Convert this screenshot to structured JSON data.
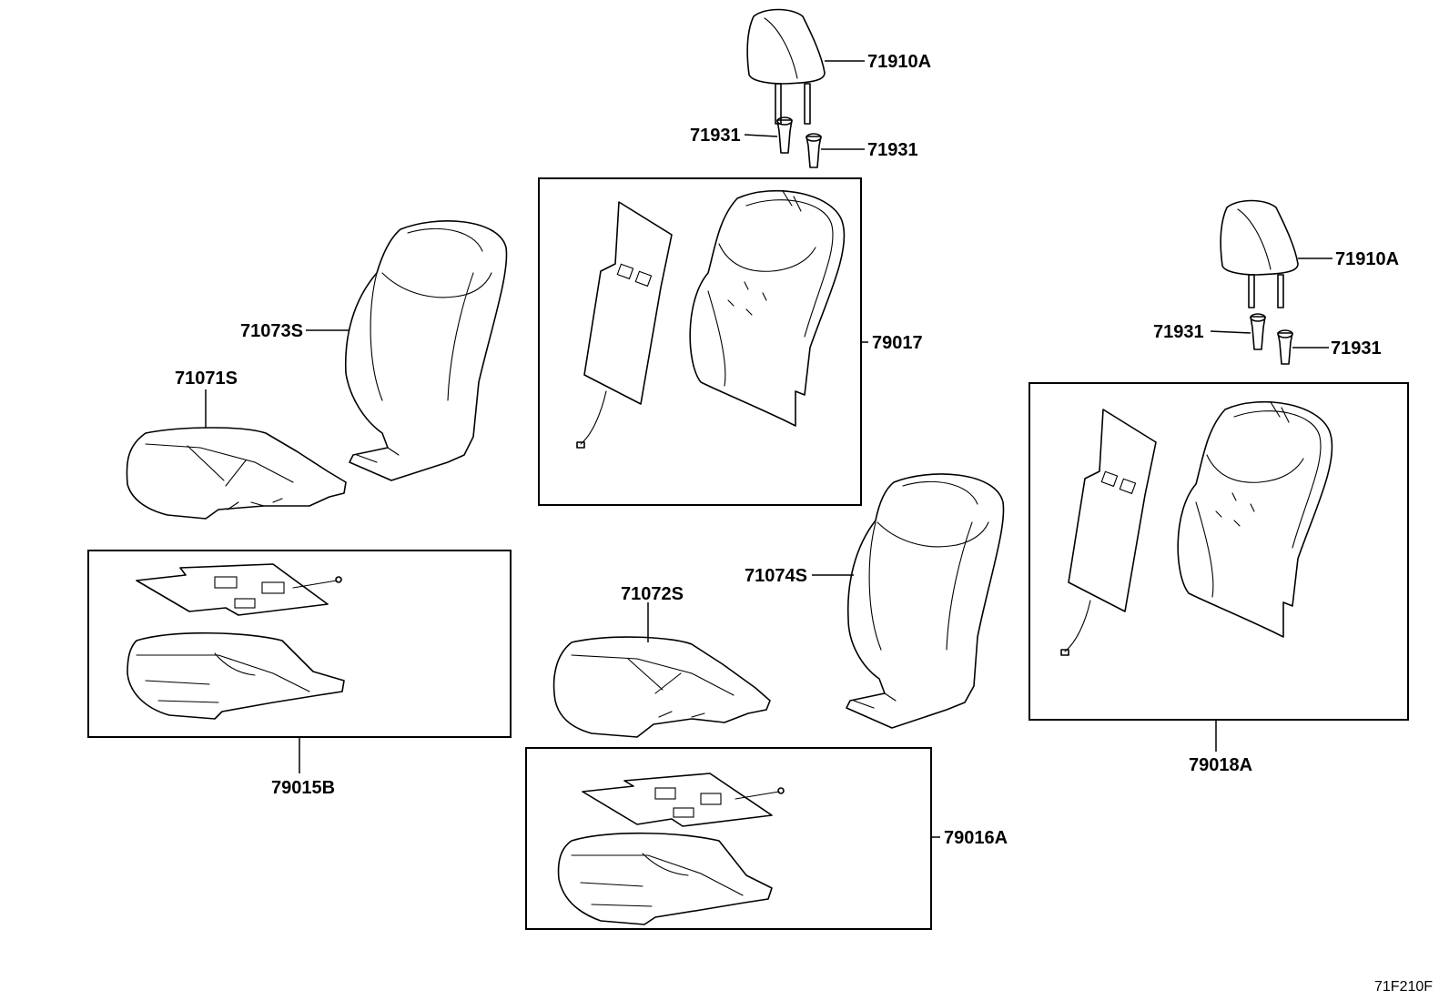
{
  "labels": {
    "headrest_top": "71910A",
    "guide_top_left": "71931",
    "guide_top_right": "71931",
    "headrest_right": "71910A",
    "guide_right_left": "71931",
    "guide_right_right": "71931",
    "back_cover_left": "71073S",
    "cushion_cover_left": "71071S",
    "back_pad_box_top": "79017",
    "cushion_pad_box_left": "79015B",
    "cushion_cover_center": "71072S",
    "back_cover_center": "71074S",
    "back_pad_box_right": "79018A",
    "cushion_pad_box_center": "79016A"
  },
  "diagram_code": "71F210F"
}
